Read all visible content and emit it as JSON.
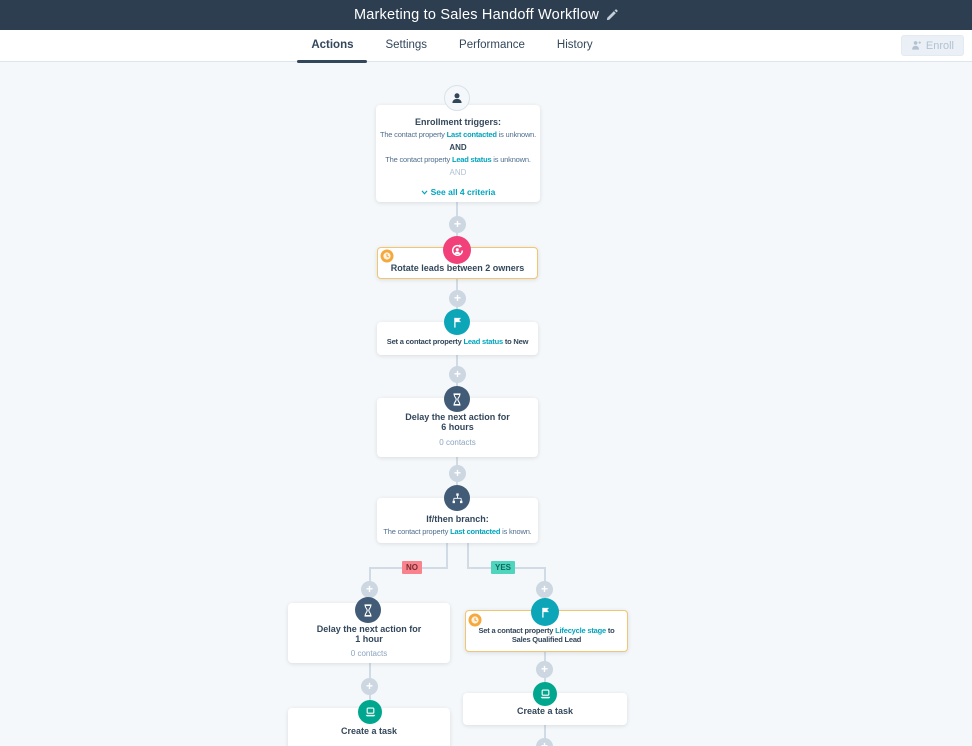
{
  "header": {
    "title": "Marketing to Sales Handoff Workflow"
  },
  "tabs": [
    {
      "label": "Actions",
      "active": true
    },
    {
      "label": "Settings",
      "active": false
    },
    {
      "label": "Performance",
      "active": false
    },
    {
      "label": "History",
      "active": false
    }
  ],
  "enroll": {
    "label": "Enroll"
  },
  "branch_labels": {
    "no": "NO",
    "yes": "YES"
  },
  "icons": {
    "plus": "+"
  },
  "nodes": {
    "trigger": {
      "title": "Enrollment triggers:",
      "line1_pre": "The contact property ",
      "line1_link": "Last contacted",
      "line1_post": " is unknown.",
      "and1": "AND",
      "line2_pre": "The contact property ",
      "line2_link": "Lead status",
      "line2_post": " is unknown.",
      "and2": "AND",
      "see_all": "See all 4 criteria"
    },
    "rotate": {
      "title": "Rotate leads between 2 owners"
    },
    "set_lead_status": {
      "pre": "Set a contact property ",
      "link": "Lead status",
      "post": " to New"
    },
    "delay6": {
      "line1": "Delay the next action for",
      "line2": "6 hours",
      "meta": "0 contacts"
    },
    "branch": {
      "title": "If/then branch:",
      "pre": "The contact property ",
      "link": "Last contacted",
      "post": " is known."
    },
    "delay1": {
      "line1": "Delay the next action for",
      "line2": "1 hour",
      "meta": "0 contacts"
    },
    "set_lifecycle": {
      "pre": "Set a contact property ",
      "link": "Lifecycle stage",
      "post": " to",
      "line2": "Sales Qualified Lead"
    },
    "task_left": {
      "title": "Create a task"
    },
    "task_right": {
      "title": "Create a task"
    }
  },
  "colors": {
    "header_bg": "#2d3e50",
    "canvas_bg": "#f5f8fa",
    "accent_teal": "#00a4bd",
    "node_navy": "#425b76",
    "node_pink": "#f2417a",
    "node_teal": "#0ca6b8",
    "node_green": "#00a78e",
    "warn_orange": "#f5a83c",
    "warn_border": "#f2c572",
    "yes_bg": "#4fd5be",
    "no_bg": "#f8838d"
  }
}
